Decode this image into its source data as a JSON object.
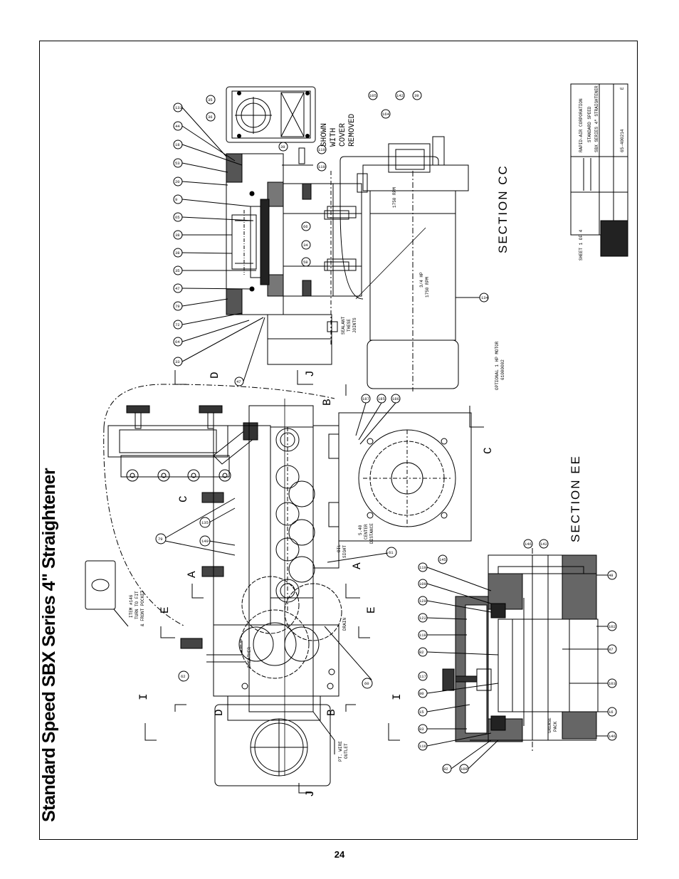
{
  "page": {
    "title": "Standard Speed SBX Series 4\" Straightener",
    "page_number": "24"
  },
  "sections": {
    "cc": "SECTION CC",
    "ee": "SECTION EE"
  },
  "notes": {
    "shown_with_cover": [
      "SHOWN",
      "WITH",
      "COVER",
      "REMOVED"
    ],
    "rpm_top": "1750 RPM",
    "motor_hp": "3/4 HP",
    "motor_rpm": "1750 RPM",
    "optional_motor": "OPTIONAL 1 HP MOTOR",
    "optional_motor_pn": "61000002",
    "sealant": [
      "SEALANT",
      "THESE",
      "JOINTS"
    ],
    "breather": "BREATHER",
    "drain": "DRAIN",
    "oil_sight": [
      "OIL",
      "SIGHT"
    ],
    "center_distance": [
      "5.40",
      "CENTER",
      "DISTANCE"
    ],
    "item_note": [
      "ITEM #146",
      "TURN TO FIT",
      "& FRONT POCKET"
    ],
    "wire_outlet": [
      "PT. WIRE",
      "OUTLET"
    ],
    "grease_pack": [
      "GREASE",
      "PACK"
    ],
    "sheet": "SHEET 1 OF 4"
  },
  "title_block": {
    "company": "RAPID-AIR CORPORATION",
    "subtitle": "STANDARD SPEED",
    "assembly": "SBX SERIES 4\" STRAIGHTENER",
    "drawing_no": "65-400214",
    "rev": "E"
  },
  "cutting_planes": [
    "A",
    "B",
    "C",
    "D",
    "E",
    "I",
    "J"
  ],
  "callouts": {
    "cc_top": [
      "133",
      "44",
      "18",
      "53",
      "20",
      "9",
      "65",
      "38",
      "38",
      "35",
      "47",
      "79",
      "72",
      "64",
      "33",
      "47"
    ],
    "cc_side": [
      "35",
      "36",
      "39",
      "110",
      "110",
      "66",
      "34",
      "58",
      "34",
      "134",
      "105",
      "164",
      "142",
      "39"
    ],
    "ee": [
      "145",
      "119",
      "109",
      "120",
      "122",
      "118",
      "82",
      "117",
      "80",
      "15",
      "83",
      "116",
      "82",
      "108",
      "146",
      "16",
      "103",
      "87",
      "102",
      "41",
      "48",
      "146",
      "142"
    ],
    "main": [
      "79",
      "62",
      "60",
      "61",
      "135",
      "149",
      "187",
      "185",
      "186"
    ]
  }
}
